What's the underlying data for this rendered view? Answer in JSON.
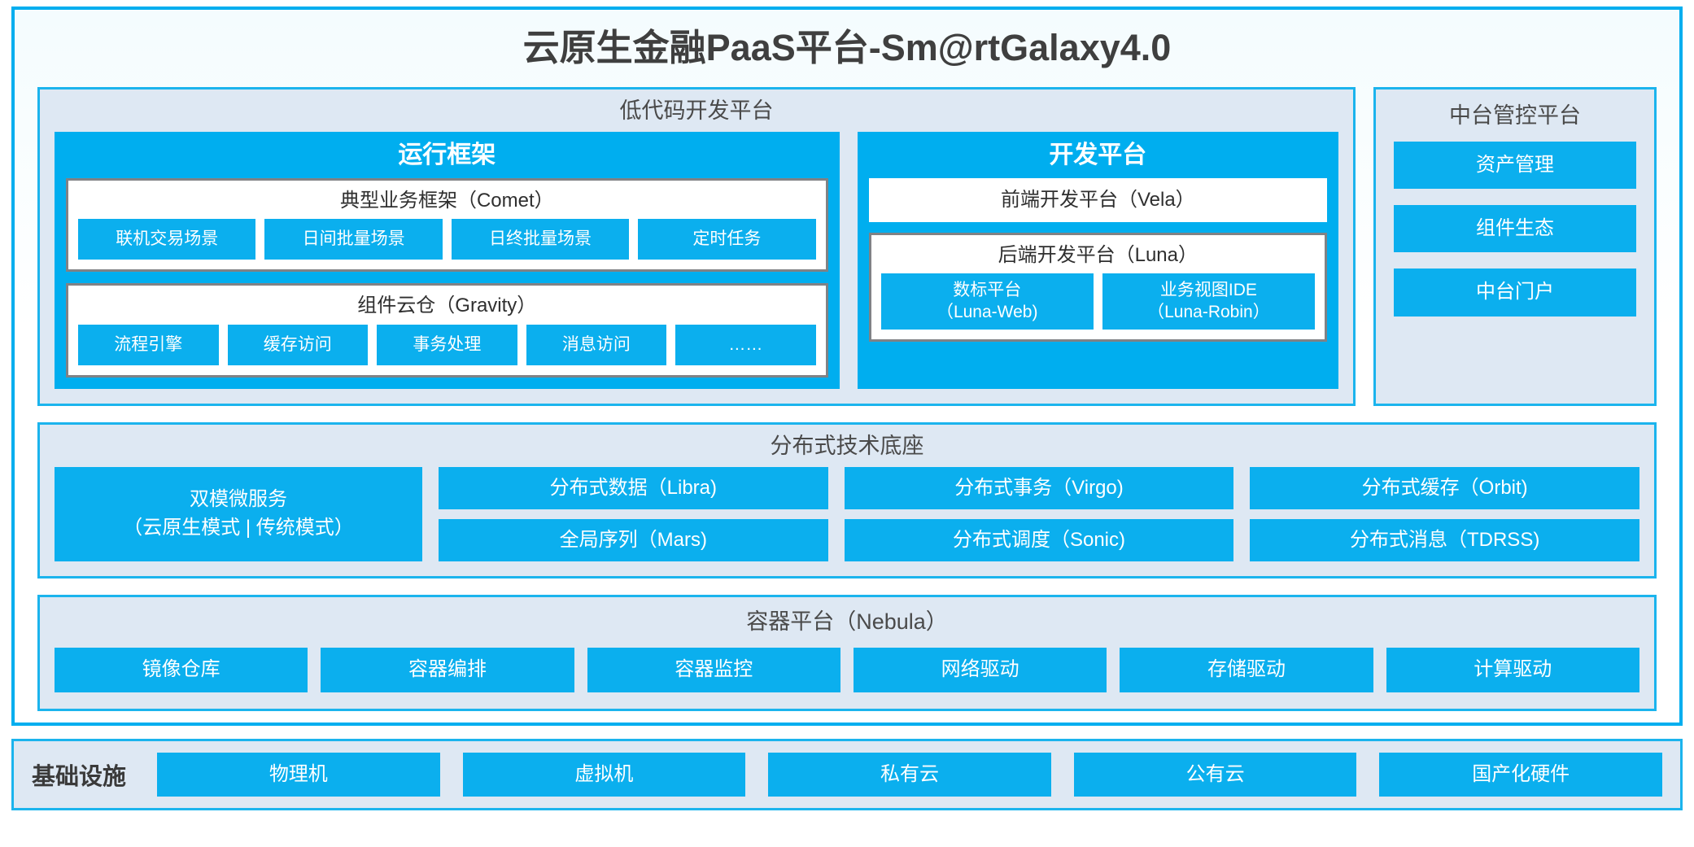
{
  "title": "云原生金融PaaS平台-Sm@rtGalaxy4.0",
  "colors": {
    "accent_blue": "#00AEEF",
    "chip_blue": "#0BAFEE",
    "panel_bg": "#DEE8F3",
    "panel_border": "#1BB4ED",
    "subpanel_border": "#808285",
    "text_dark": "#3a3a3a"
  },
  "low_code": {
    "title": "低代码开发平台",
    "runtime": {
      "title": "运行框架",
      "comet": {
        "title": "典型业务框架（Comet）",
        "items": [
          "联机交易场景",
          "日间批量场景",
          "日终批量场景",
          "定时任务"
        ]
      },
      "gravity": {
        "title": "组件云仓（Gravity）",
        "items": [
          "流程引擎",
          "缓存访问",
          "事务处理",
          "消息访问",
          "……"
        ]
      }
    },
    "dev_platform": {
      "title": "开发平台",
      "vela": "前端开发平台（Vela）",
      "luna": {
        "title": "后端开发平台（Luna）",
        "items": [
          {
            "name": "数标平台",
            "code": "（Luna-Web)"
          },
          {
            "name": "业务视图IDE",
            "code": "（Luna-Robin）"
          }
        ]
      }
    }
  },
  "mgmt_platform": {
    "title": "中台管控平台",
    "items": [
      "资产管理",
      "组件生态",
      "中台门户"
    ]
  },
  "distributed_base": {
    "title": "分布式技术底座",
    "dual_mode": {
      "line1": "双模微服务",
      "line2": "（云原生模式 | 传统模式）"
    },
    "cells": [
      "分布式数据（Libra)",
      "分布式事务（Virgo)",
      "分布式缓存（Orbit)",
      "全局序列（Mars)",
      "分布式调度（Sonic)",
      "分布式消息（TDRSS)"
    ]
  },
  "container_platform": {
    "title": "容器平台（Nebula）",
    "items": [
      "镜像仓库",
      "容器编排",
      "容器监控",
      "网络驱动",
      "存储驱动",
      "计算驱动"
    ]
  },
  "infrastructure": {
    "label": "基础设施",
    "items": [
      "物理机",
      "虚拟机",
      "私有云",
      "公有云",
      "国产化硬件"
    ]
  }
}
